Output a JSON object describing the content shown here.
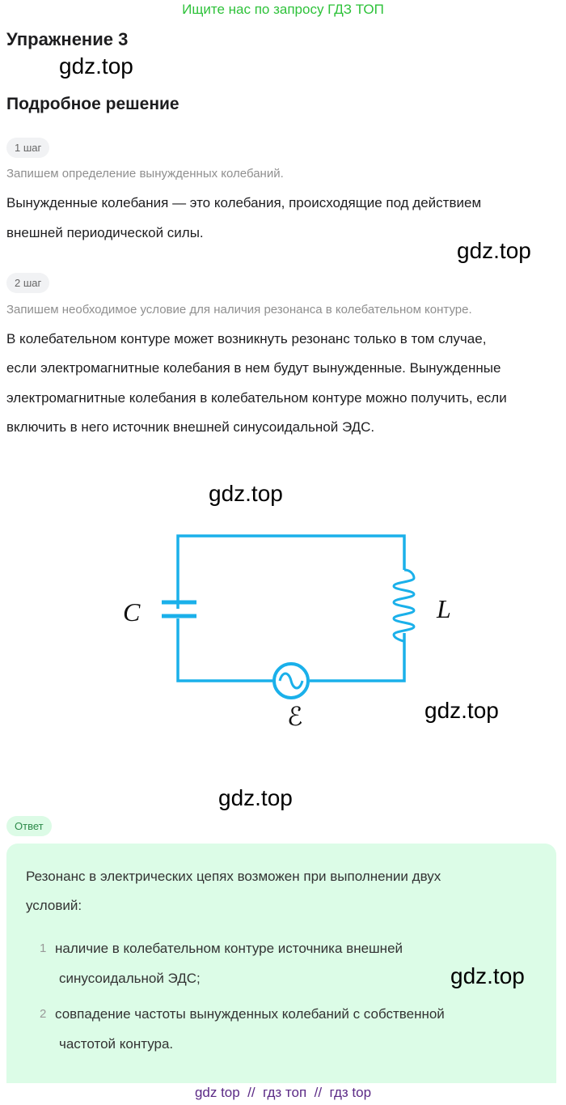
{
  "banner": "Ищите нас по запросу ГДЗ ТОП",
  "title": "Упражнение 3",
  "watermark": "gdz.top",
  "subtitle": "Подробное решение",
  "steps": [
    {
      "label": "1 шаг",
      "hint": "Запишем определение вынужденных колебаний.",
      "lines": [
        "Вынужденные колебания — это колебания, происходящие под действием",
        "внешней периодической силы."
      ]
    },
    {
      "label": "2 шаг",
      "hint": "Запишем необходимое условие для наличия резонанса в колебательном контуре.",
      "lines": [
        "В колебательном контуре может возникнуть резонанс только в том случае,",
        "если электромагнитные колебания в нем будут вынужденные. Вынужденные",
        "электромагнитные колебания в колебательном контуре можно получить, если",
        "включить в него источник внешней синусоидальной ЭДС."
      ]
    }
  ],
  "circuit": {
    "capacitor_label": "C",
    "inductor_label": "L",
    "source_label": "ℰ",
    "color": "#1ab0ea"
  },
  "answer": {
    "label": "Ответ",
    "intro": [
      "Резонанс в электрических цепях возможен при выполнении двух",
      "условий:"
    ],
    "items": [
      {
        "num": "1",
        "lines": [
          "наличие в колебательном контуре источника внешней",
          "синусоидальной ЭДС;"
        ]
      },
      {
        "num": "2",
        "lines": [
          "совпадение частоты вынужденных колебаний с собственной",
          "частотой контура."
        ]
      }
    ]
  },
  "footer": "gdz top  //  гдз топ  //  гдз top"
}
